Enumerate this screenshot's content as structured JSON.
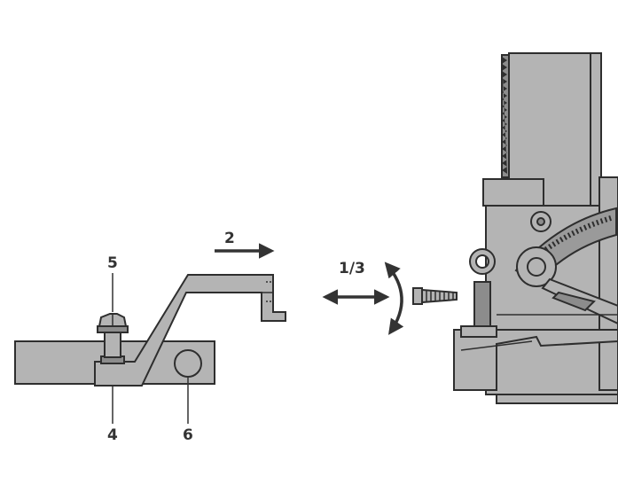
{
  "labels": {
    "bolt": "5",
    "bracket": "4",
    "hole": "6",
    "push_direction": "2",
    "adjust_direction": "1/3"
  },
  "colors": {
    "part_fill": "#b4b4b4",
    "part_dark": "#8c8c8c",
    "outline": "#2e2e2e",
    "arrow": "#333333",
    "background": "#ffffff"
  },
  "icons": {
    "push_arrow": "right-arrow",
    "slide_arrow": "double-horizontal-arrow",
    "rotate_arrow": "curved-double-arrow"
  }
}
